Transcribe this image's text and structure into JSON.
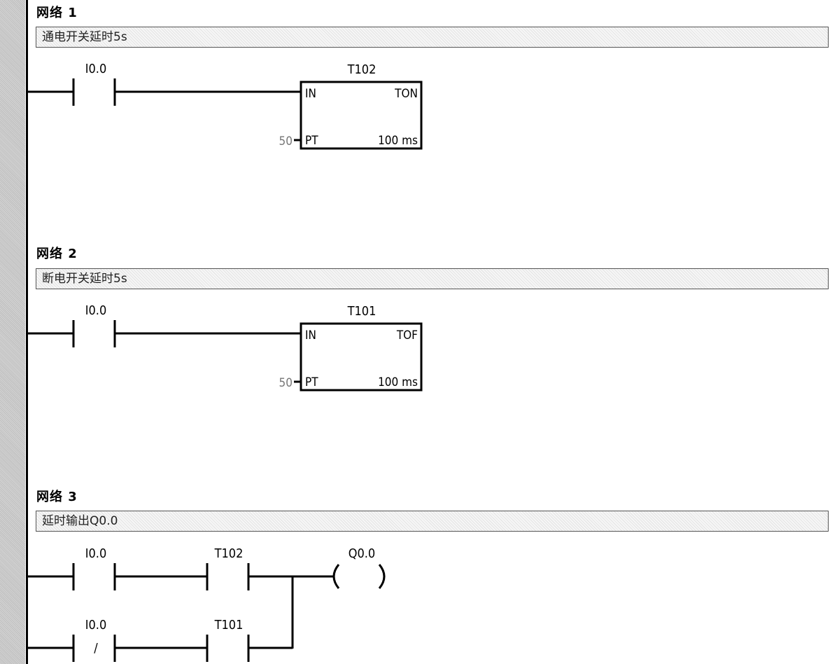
{
  "networks": [
    {
      "title": "网络 1",
      "comment": "通电开关延时5s",
      "contact": "I0.0",
      "timer": {
        "name": "T102",
        "type": "TON",
        "in_label": "IN",
        "pt_label": "PT",
        "preset": "50",
        "resolution": "100 ms"
      }
    },
    {
      "title": "网络 2",
      "comment": "断电开关延时5s",
      "contact": "I0.0",
      "timer": {
        "name": "T101",
        "type": "TOF",
        "in_label": "IN",
        "pt_label": "PT",
        "preset": "50",
        "resolution": "100 ms"
      }
    },
    {
      "title": "网络 3",
      "comment": "延时输出Q0.0",
      "row1": {
        "contact1": "I0.0",
        "contact2": "T102"
      },
      "row2": {
        "contact1": "I0.0",
        "contact2": "T101",
        "contact1_symbol": "/"
      },
      "coil": {
        "name": "Q0.0"
      }
    }
  ]
}
